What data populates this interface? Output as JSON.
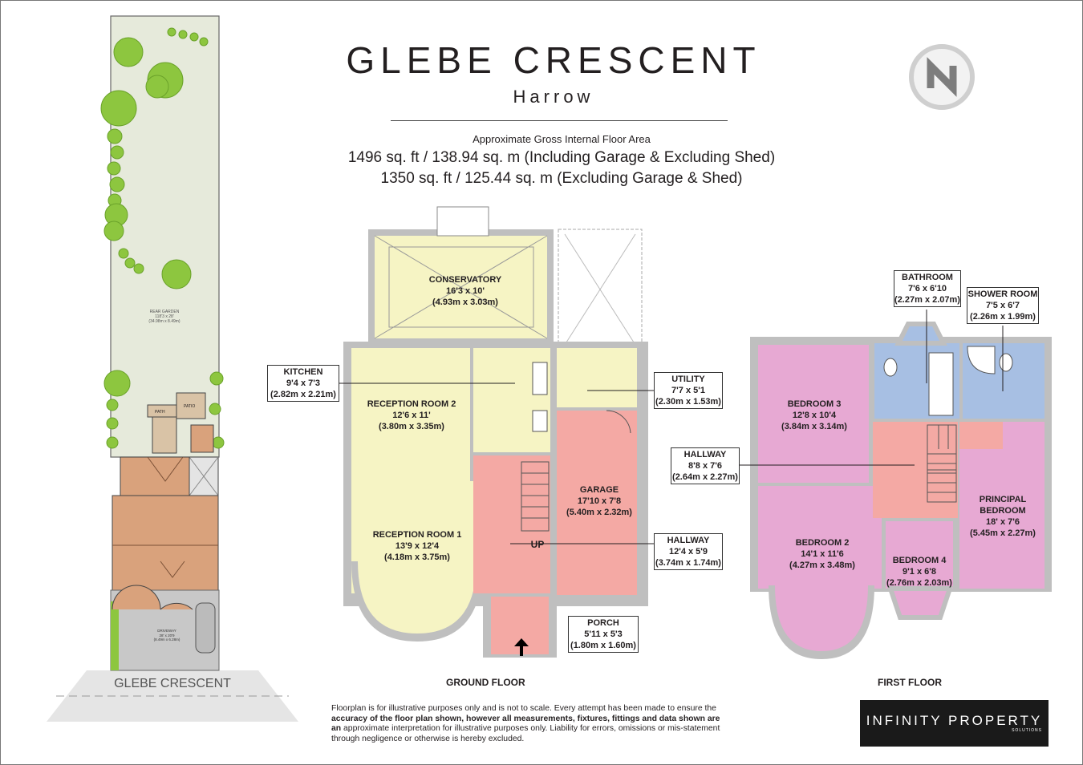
{
  "header": {
    "title": "GLEBE CRESCENT",
    "subtitle": "Harrow",
    "area_caption": "Approximate Gross Internal Floor Area",
    "area_incl": "1496 sq. ft / 138.94 sq. m (Including Garage & Excluding Shed)",
    "area_excl": "1350 sq. ft / 125.44 sq. m (Excluding Garage & Shed)"
  },
  "site_plan": {
    "rear_garden": {
      "name": "REAR GARDEN",
      "imperial": "118'3 x 28'",
      "metric": "(34.98m x 8.49m)"
    },
    "path": "PATH",
    "patio": "PATIO",
    "driveway": {
      "name": "DRIVEWAY",
      "imperial": "28' x 20'9",
      "metric": "(8.49m x 6.28m)"
    },
    "street": "GLEBE CRESCENT"
  },
  "ground_floor": {
    "title": "GROUND FLOOR",
    "conservatory": {
      "name": "CONSERVATORY",
      "imperial": "16'3 x 10'",
      "metric": "(4.93m x 3.03m)"
    },
    "kitchen": {
      "name": "KITCHEN",
      "imperial": "9'4 x 7'3",
      "metric": "(2.82m x 2.21m)"
    },
    "reception2": {
      "name": "RECEPTION ROOM 2",
      "imperial": "12'6 x 11'",
      "metric": "(3.80m x 3.35m)"
    },
    "reception1": {
      "name": "RECEPTION ROOM 1",
      "imperial": "13'9 x 12'4",
      "metric": "(4.18m x 3.75m)"
    },
    "utility": {
      "name": "UTILITY",
      "imperial": "7'7 x 5'1",
      "metric": "(2.30m x 1.53m)"
    },
    "garage": {
      "name": "GARAGE",
      "imperial": "17'10 x 7'8",
      "metric": "(5.40m x 2.32m)"
    },
    "hallway": {
      "name": "HALLWAY",
      "imperial": "12'4 x 5'9",
      "metric": "(3.74m x 1.74m)"
    },
    "porch": {
      "name": "PORCH",
      "imperial": "5'11 x 5'3",
      "metric": "(1.80m x 1.60m)"
    },
    "up": "UP"
  },
  "first_floor": {
    "title": "FIRST FLOOR",
    "bathroom": {
      "name": "BATHROOM",
      "imperial": "7'6 x 6'10",
      "metric": "(2.27m x 2.07m)"
    },
    "shower": {
      "name": "SHOWER ROOM",
      "imperial": "7'5 x 6'7",
      "metric": "(2.26m x 1.99m)"
    },
    "bedroom3": {
      "name": "BEDROOM 3",
      "imperial": "12'8 x 10'4",
      "metric": "(3.84m x 3.14m)"
    },
    "hallway": {
      "name": "HALLWAY",
      "imperial": "8'8 x 7'6",
      "metric": "(2.64m x 2.27m)"
    },
    "principal": {
      "name1": "PRINCIPAL",
      "name2": "BEDROOM",
      "imperial": "18' x 7'6",
      "metric": "(5.45m x 2.27m)"
    },
    "bedroom2": {
      "name": "BEDROOM 2",
      "imperial": "14'1 x 11'6",
      "metric": "(4.27m x 3.48m)"
    },
    "bedroom4": {
      "name": "BEDROOM 4",
      "imperial": "9'1 x 6'8",
      "metric": "(2.76m x 2.03m)"
    }
  },
  "footer": {
    "disclaimer_a": "Floorplan is for illustrative purposes only and is not to scale. Every attempt has been made to ensure the ",
    "disclaimer_b": "accuracy of the floor plan shown, however all measurements, fixtures, fittings and data shown are an",
    "disclaimer_c": " approximate interpretation for illustrative purposes only. Liability for errors, omissions or mis-statement through negligence or otherwise is hereby excluded.",
    "logo_main": "INFINITY PROPERTY",
    "logo_sub": "SOLUTIONS"
  },
  "colors": {
    "garden": "#e6eadb",
    "tree": "#8dc63f",
    "roof": "#d9a27c",
    "yellow_room": "#f6f4c4",
    "pink_room": "#f4a9a4",
    "bedroom": "#e7a9d3",
    "bath": "#a7bfe3",
    "wall": "#bfbfbf"
  },
  "icons": {
    "compass": "north-arrow-icon",
    "entrance": "entrance-arrow-icon"
  }
}
